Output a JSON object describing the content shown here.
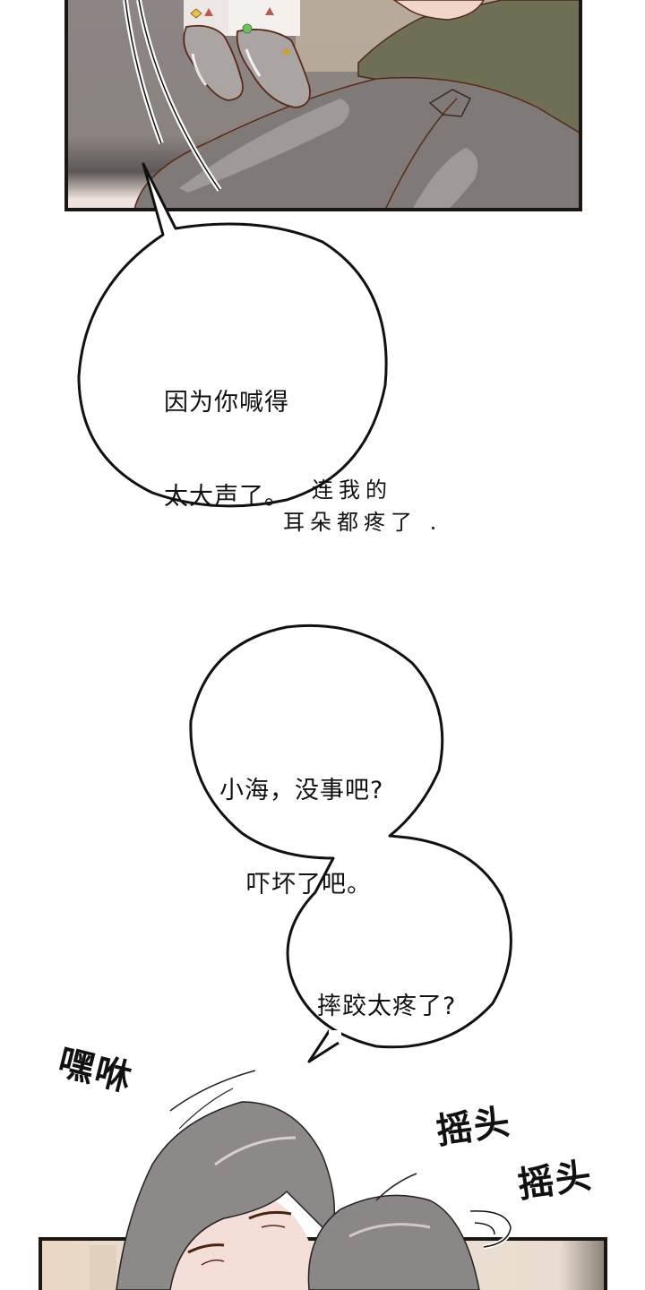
{
  "page": {
    "type": "webtoon-page",
    "background": "#ffffff"
  },
  "panels": [
    {
      "id": "panel-top",
      "description": "Close-up of a child's feet in socks resting on an adult's lap (gray trousers, olive green shirt)",
      "border_color": "#1a1614",
      "colors": {
        "background_gray": "#8a8482",
        "pants_gray": "#7e7a78",
        "shirt_green": "#6d6e55",
        "sock_gray": "#aaa4a2",
        "skin": "#f0d8cc",
        "line_brown": "#5a2a18"
      }
    },
    {
      "id": "panel-bottom",
      "description": "Two gray-haired characters, one resting head against the other's, beige background",
      "border_color": "#1a1614",
      "colors": {
        "background_beige": "#eddfce",
        "hair_gray": "#8e8a8a",
        "skin": "#f4e2da"
      }
    }
  ],
  "bubbles": [
    {
      "id": "bubble-1",
      "lines": [
        "因为你喊得",
        "太大声了。"
      ]
    },
    {
      "id": "bubble-1-aside",
      "lines": [
        "连我的",
        "耳朵都疼了 ."
      ]
    },
    {
      "id": "bubble-2",
      "lines": [
        "小海，没事吧?",
        "吓坏了吧。"
      ]
    },
    {
      "id": "bubble-3",
      "lines": [
        "摔跤太疼了?"
      ]
    }
  ],
  "sfx": [
    {
      "id": "sfx-heyxiu",
      "text": "嘿咻"
    },
    {
      "id": "sfx-shake-1",
      "text": "摇头"
    },
    {
      "id": "sfx-shake-2",
      "text": "摇头"
    }
  ]
}
